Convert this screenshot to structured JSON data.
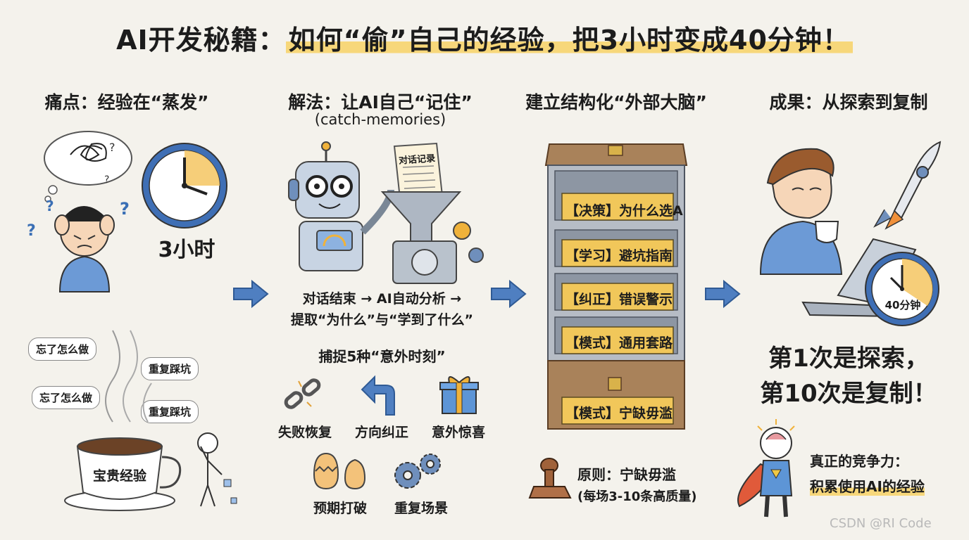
{
  "title": {
    "prefix": "AI开发秘籍：",
    "highlight": "如何“偷”自己的经验，把3小时变成40分钟！"
  },
  "col1": {
    "heading": "痛点：经验在“蒸发”",
    "time_label": "3小时",
    "bubbles": [
      "忘了怎么做",
      "重复踩坑",
      "忘了怎么做",
      "重复踩坑"
    ],
    "cup_label": "宝贵经验"
  },
  "col2": {
    "heading": "解法：让AI自己“记住”",
    "subheading": "(catch-memories)",
    "scroll_label": "对话记录",
    "flow_line1": "对话结束 → AI自动分析 →",
    "flow_line2": "提取“为什么”与“学到了什么”",
    "moments_title": "捕捉5种“意外时刻”",
    "moments": [
      "失败恢复",
      "方向纠正",
      "意外惊喜",
      "预期打破",
      "重复场景"
    ]
  },
  "col3": {
    "heading": "建立结构化“外部大脑”",
    "drawers": [
      "【决策】为什么选A",
      "【学习】避坑指南",
      "【纠正】错误警示",
      "【模式】通用套路",
      "【模式】宁缺毋滥"
    ],
    "principle_line1": "原则：宁缺毋滥",
    "principle_line2": "(每场3-10条高质量)"
  },
  "col4": {
    "heading": "成果：从探索到复制",
    "clock_label": "40分钟",
    "big_line1": "第1次是探索，",
    "big_line2": "第10次是复制！",
    "hero_line1": "真正的竞争力：",
    "hero_line2": "积累使用AI的经验"
  },
  "watermark": "CSDN @RI Code",
  "colors": {
    "highlight": "#f7d77a",
    "arrow": "#4f7fc1",
    "drawer": "#f1c75a",
    "chest": "#a9825a",
    "cabinet": "#b6bcc5"
  },
  "icons": [
    "confused-person-icon",
    "clock-icon",
    "coffee-cup-icon",
    "robot-icon",
    "funnel-icon",
    "broken-chain-icon",
    "turn-arrow-icon",
    "gift-icon",
    "cracked-egg-icon",
    "gears-icon",
    "filing-cabinet-icon",
    "stamp-icon",
    "rocket-icon",
    "developer-icon",
    "hero-icon",
    "arrow-right-icon"
  ]
}
